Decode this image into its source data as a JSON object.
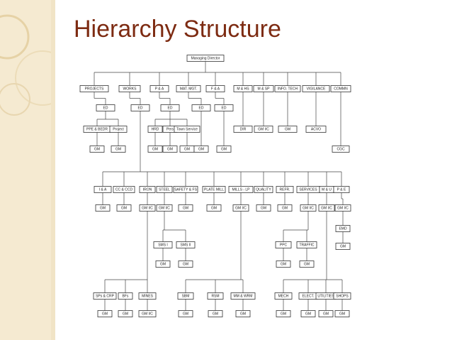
{
  "title": "Hierarchy Structure",
  "colors": {
    "title": "#7d2b12",
    "sidebar": "#f5ead1",
    "line": "#444444"
  },
  "chart": {
    "nodes": [
      {
        "id": "md",
        "label": "Managing Director"
      },
      {
        "id": "projects",
        "label": "PROJECTS"
      },
      {
        "id": "works",
        "label": "WORKS"
      },
      {
        "id": "pa1",
        "label": "P & A"
      },
      {
        "id": "matmgt",
        "label": "MAT. MGT."
      },
      {
        "id": "fa",
        "label": "F & A"
      },
      {
        "id": "mhs",
        "label": "M & HS"
      },
      {
        "id": "msp",
        "label": "M & SP"
      },
      {
        "id": "infotech",
        "label": "INFO. TECH"
      },
      {
        "id": "vigilance",
        "label": "VIGILANCE"
      },
      {
        "id": "commn",
        "label": "COMMN"
      },
      {
        "id": "ed1",
        "label": "ED"
      },
      {
        "id": "ed2",
        "label": "ED"
      },
      {
        "id": "ed3",
        "label": "ED"
      },
      {
        "id": "ed4",
        "label": "ED"
      },
      {
        "id": "ed5",
        "label": "ED"
      },
      {
        "id": "ppebedr",
        "label": "PPE & BEDR"
      },
      {
        "id": "project",
        "label": "Project"
      },
      {
        "id": "hrd",
        "label": "HRD"
      },
      {
        "id": "pers",
        "label": "Pers"
      },
      {
        "id": "townservice",
        "label": "Town Service"
      },
      {
        "id": "dir",
        "label": "DIR"
      },
      {
        "id": "gmic0",
        "label": "GM I/C"
      },
      {
        "id": "gmr3",
        "label": "GM"
      },
      {
        "id": "acvo",
        "label": "ACVO"
      },
      {
        "id": "gm1",
        "label": "GM"
      },
      {
        "id": "gm2",
        "label": "GM"
      },
      {
        "id": "gm3",
        "label": "GM"
      },
      {
        "id": "gm4",
        "label": "GM"
      },
      {
        "id": "gm5",
        "label": "GM"
      },
      {
        "id": "gm6",
        "label": "GM"
      },
      {
        "id": "gm7",
        "label": "GM"
      },
      {
        "id": "cgc",
        "label": "CGC"
      },
      {
        "id": "la",
        "label": "I & A"
      },
      {
        "id": "ccced",
        "label": "CC & CCD"
      },
      {
        "id": "iron",
        "label": "IRON"
      },
      {
        "id": "steel",
        "label": "STEEL"
      },
      {
        "id": "safety",
        "label": "SAFETY & FS"
      },
      {
        "id": "platemill",
        "label": "PLATE MILL"
      },
      {
        "id": "millslp",
        "label": "MILLS - LP"
      },
      {
        "id": "quality",
        "label": "QUALITY"
      },
      {
        "id": "refr",
        "label": "REFR."
      },
      {
        "id": "services",
        "label": "SERVICES"
      },
      {
        "id": "mu",
        "label": "M & U"
      },
      {
        "id": "pe",
        "label": "P & E"
      },
      {
        "id": "g1",
        "label": "GM"
      },
      {
        "id": "g2",
        "label": "GM"
      },
      {
        "id": "g3",
        "label": "GM I/C"
      },
      {
        "id": "g4",
        "label": "GM I/C"
      },
      {
        "id": "g5",
        "label": "GM"
      },
      {
        "id": "g6",
        "label": "GM"
      },
      {
        "id": "g7",
        "label": "GM I/C"
      },
      {
        "id": "g8",
        "label": "GM"
      },
      {
        "id": "g9",
        "label": "GM"
      },
      {
        "id": "g10",
        "label": "GM I/C"
      },
      {
        "id": "g11",
        "label": "GM I/C"
      },
      {
        "id": "g12",
        "label": "GM I/C"
      },
      {
        "id": "emd",
        "label": "EMD"
      },
      {
        "id": "gmemd",
        "label": "GM"
      },
      {
        "id": "sms1",
        "label": "SMS I"
      },
      {
        "id": "sms2",
        "label": "SMS II"
      },
      {
        "id": "gms1",
        "label": "GM"
      },
      {
        "id": "gms2",
        "label": "GM"
      },
      {
        "id": "ppc",
        "label": "PPC"
      },
      {
        "id": "traffic",
        "label": "TRAFFIC"
      },
      {
        "id": "gmp1",
        "label": "GM"
      },
      {
        "id": "gmp2",
        "label": "GM"
      },
      {
        "id": "spscrp",
        "label": "SPs & CRP"
      },
      {
        "id": "bfs",
        "label": "BFs"
      },
      {
        "id": "mines",
        "label": "MINES"
      },
      {
        "id": "sbm",
        "label": "SBM"
      },
      {
        "id": "rsm",
        "label": "RSM"
      },
      {
        "id": "mmwrm",
        "label": "MM & WRM"
      },
      {
        "id": "mech",
        "label": "MECH"
      },
      {
        "id": "elect",
        "label": "ELECT."
      },
      {
        "id": "utilities",
        "label": "UTILITIES"
      },
      {
        "id": "shops",
        "label": "SHOPS"
      },
      {
        "id": "b1",
        "label": "GM"
      },
      {
        "id": "b2",
        "label": "GM"
      },
      {
        "id": "b3",
        "label": "GM I/C"
      },
      {
        "id": "b4",
        "label": "GM"
      },
      {
        "id": "b5",
        "label": "GM"
      },
      {
        "id": "b6",
        "label": "GM"
      },
      {
        "id": "b7",
        "label": "GM"
      },
      {
        "id": "b8",
        "label": "GM"
      },
      {
        "id": "b9",
        "label": "GM"
      },
      {
        "id": "b10",
        "label": "GM"
      }
    ],
    "edges": [
      [
        "md",
        "projects"
      ],
      [
        "md",
        "works"
      ],
      [
        "md",
        "pa1"
      ],
      [
        "md",
        "matmgt"
      ],
      [
        "md",
        "fa"
      ],
      [
        "md",
        "mhs"
      ],
      [
        "md",
        "msp"
      ],
      [
        "md",
        "infotech"
      ],
      [
        "md",
        "vigilance"
      ],
      [
        "md",
        "commn"
      ],
      [
        "projects",
        "ed1"
      ],
      [
        "works",
        "ed2"
      ],
      [
        "pa1",
        "ed3"
      ],
      [
        "matmgt",
        "ed4"
      ],
      [
        "fa",
        "ed5"
      ],
      [
        "ed1",
        "ppebedr"
      ],
      [
        "ed1",
        "project"
      ],
      [
        "ed3",
        "hrd"
      ],
      [
        "ed3",
        "pers"
      ],
      [
        "ed3",
        "townservice"
      ],
      [
        "mhs",
        "dir"
      ],
      [
        "msp",
        "gmic0"
      ],
      [
        "infotech",
        "gmr3"
      ],
      [
        "vigilance",
        "acvo"
      ],
      [
        "commn",
        "cgc"
      ],
      [
        "ppebedr",
        "gm1"
      ],
      [
        "project",
        "gm2"
      ],
      [
        "hrd",
        "gm3"
      ],
      [
        "pers",
        "gm4"
      ],
      [
        "townservice",
        "gm5"
      ],
      [
        "ed4",
        "gm6"
      ],
      [
        "ed5",
        "gm7"
      ],
      [
        "ed2",
        "la"
      ],
      [
        "ed2",
        "ccced"
      ],
      [
        "ed2",
        "iron"
      ],
      [
        "ed2",
        "steel"
      ],
      [
        "ed2",
        "safety"
      ],
      [
        "ed2",
        "platemill"
      ],
      [
        "ed2",
        "millslp"
      ],
      [
        "ed2",
        "quality"
      ],
      [
        "ed2",
        "refr"
      ],
      [
        "ed2",
        "services"
      ],
      [
        "ed2",
        "mu"
      ],
      [
        "ed2",
        "pe"
      ],
      [
        "la",
        "g1"
      ],
      [
        "ccced",
        "g2"
      ],
      [
        "iron",
        "g3"
      ],
      [
        "steel",
        "g4"
      ],
      [
        "safety",
        "g5"
      ],
      [
        "platemill",
        "g6"
      ],
      [
        "millslp",
        "g7"
      ],
      [
        "quality",
        "g8"
      ],
      [
        "refr",
        "g9"
      ],
      [
        "services",
        "g10"
      ],
      [
        "mu",
        "g11"
      ],
      [
        "pe",
        "g12"
      ],
      [
        "g12",
        "emd"
      ],
      [
        "emd",
        "gmemd"
      ],
      [
        "g4",
        "sms1"
      ],
      [
        "g4",
        "sms2"
      ],
      [
        "sms1",
        "gms1"
      ],
      [
        "sms2",
        "gms2"
      ],
      [
        "g10",
        "ppc"
      ],
      [
        "g10",
        "traffic"
      ],
      [
        "ppc",
        "gmp1"
      ],
      [
        "traffic",
        "gmp2"
      ],
      [
        "g3",
        "spscrp"
      ],
      [
        "g3",
        "bfs"
      ],
      [
        "g3",
        "mines"
      ],
      [
        "g7",
        "sbm"
      ],
      [
        "g7",
        "rsm"
      ],
      [
        "g7",
        "mmwrm"
      ],
      [
        "g11",
        "mech"
      ],
      [
        "g11",
        "elect"
      ],
      [
        "g11",
        "utilities"
      ],
      [
        "g11",
        "shops"
      ],
      [
        "spscrp",
        "b1"
      ],
      [
        "bfs",
        "b2"
      ],
      [
        "mines",
        "b3"
      ],
      [
        "sbm",
        "b4"
      ],
      [
        "rsm",
        "b5"
      ],
      [
        "mmwrm",
        "b6"
      ],
      [
        "mech",
        "b7"
      ],
      [
        "elect",
        "b8"
      ],
      [
        "utilities",
        "b9"
      ],
      [
        "shops",
        "b10"
      ]
    ]
  }
}
